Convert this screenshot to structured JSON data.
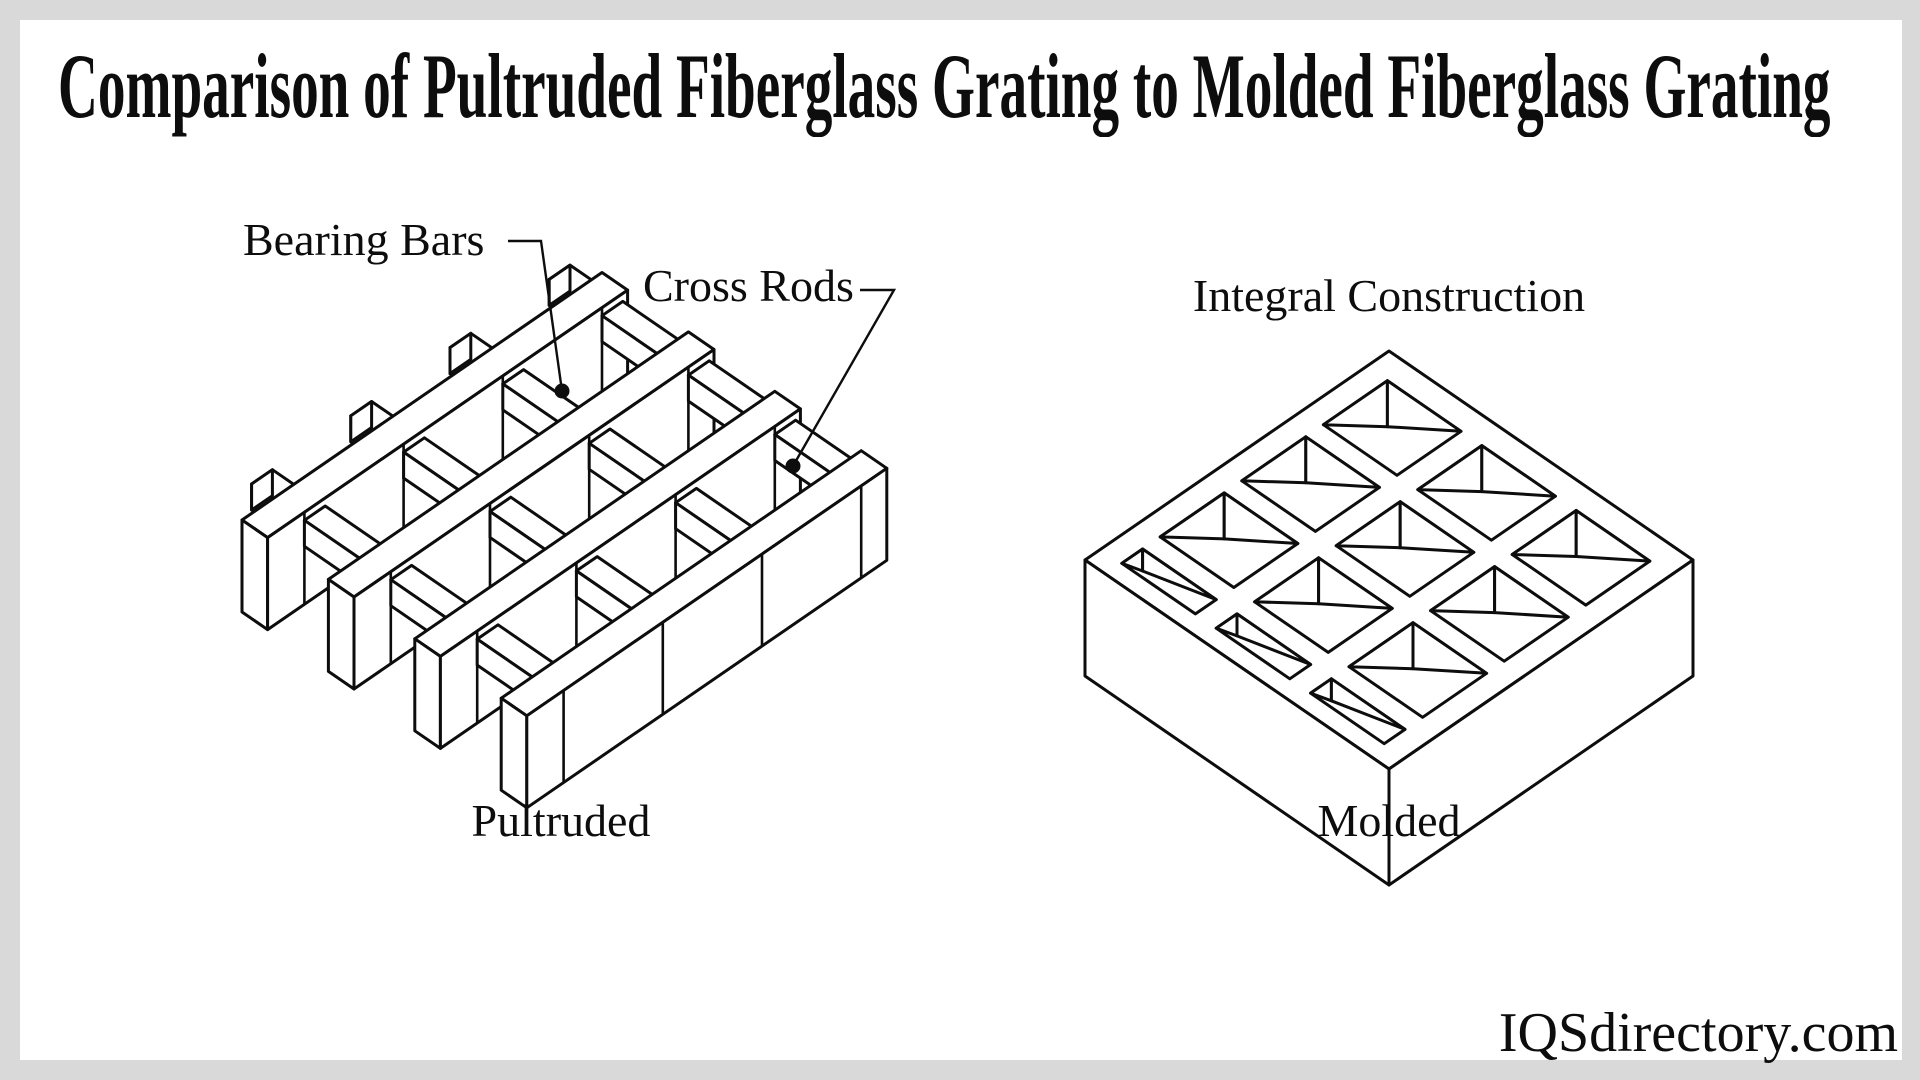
{
  "colors": {
    "background": "#d9d9d9",
    "canvas": "#ffffff",
    "ink": "#0d0d0d"
  },
  "title": "Comparison of Pultruded Fiberglass Grating to Molded Fiberglass Grating",
  "figures": {
    "pultruded": {
      "caption": "Pultruded",
      "labels": {
        "bearing_bars": "Bearing Bars",
        "cross_rods": "Cross Rods"
      }
    },
    "molded": {
      "caption": "Molded",
      "labels": {
        "integral_construction": "Integral Construction"
      }
    }
  },
  "watermark": "IQSdirectory.com"
}
